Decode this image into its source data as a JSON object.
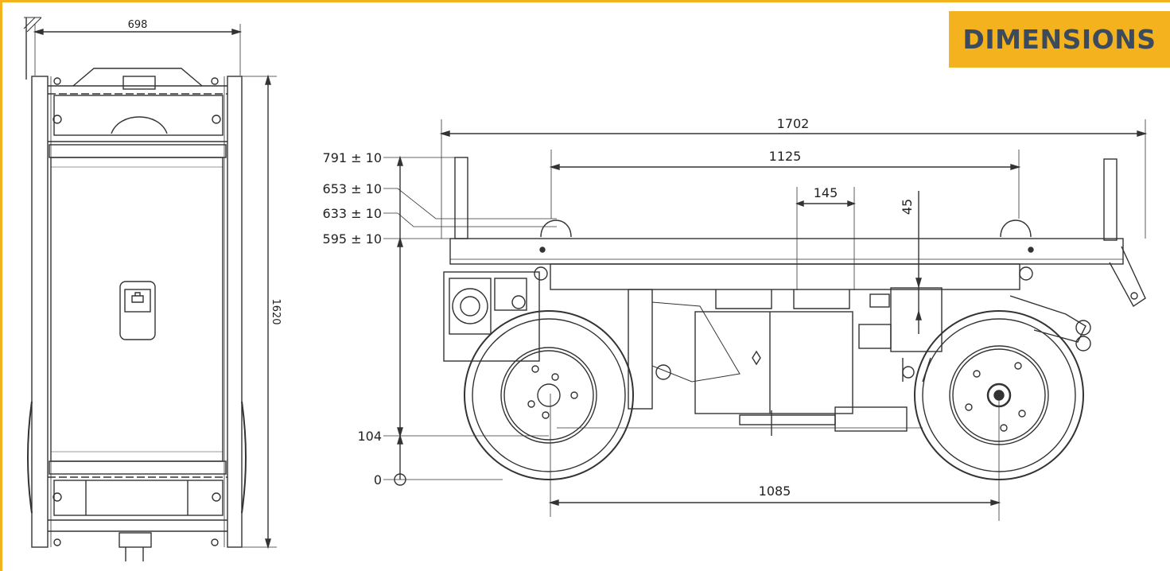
{
  "title": "DIMENSIONS",
  "top_view": {
    "width_label": "698",
    "length_label": "1620"
  },
  "side_view": {
    "overall_length": "1702",
    "rail_span": "1125",
    "box_width": "145",
    "box_offset": "45",
    "wheelbase": "1085",
    "heights": [
      "791 ± 10",
      "653 ± 10",
      "633 ± 10",
      "595 ± 10",
      "104",
      "0"
    ]
  },
  "accent_color": "#f3b21e",
  "title_color": "#3b4a5c"
}
